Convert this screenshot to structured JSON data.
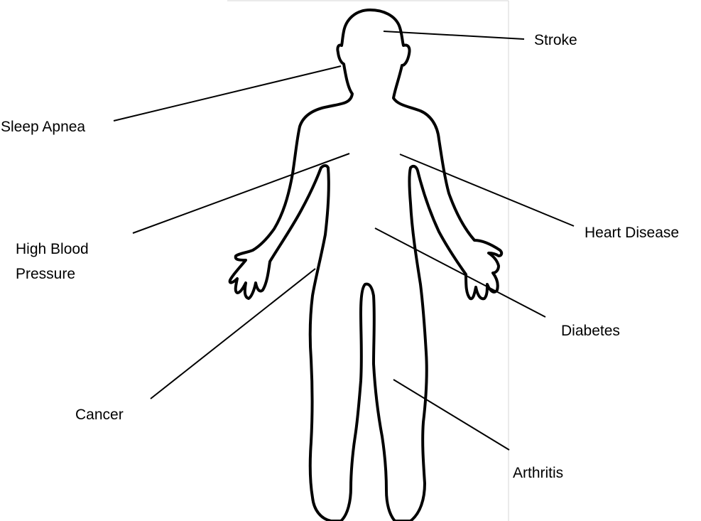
{
  "labels": {
    "stroke": "Stroke",
    "sleep_apnea": "Sleep Apnea",
    "high_blood_pressure_line1": "High Blood",
    "high_blood_pressure_line2": "Pressure",
    "heart_disease": "Heart Disease",
    "diabetes": "Diabetes",
    "cancer": "Cancer",
    "arthritis": "Arthritis"
  }
}
